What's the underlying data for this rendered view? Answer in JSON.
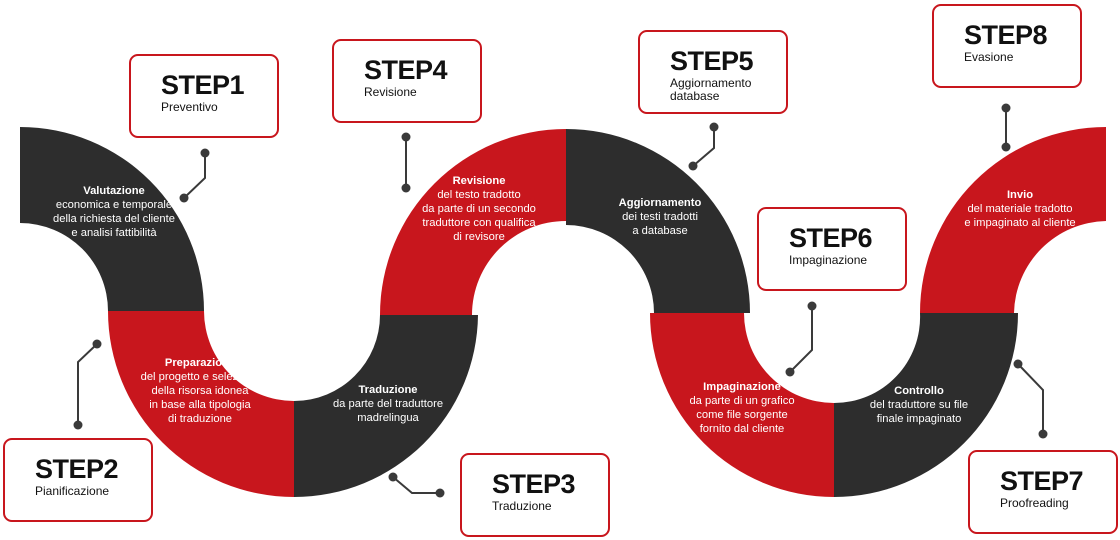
{
  "colors": {
    "red": "#c8161d",
    "dark": "#2d2d2d",
    "connector": "#3a3a3a"
  },
  "steps": [
    {
      "title": "STEP1",
      "subtitle": "Preventivo"
    },
    {
      "title": "STEP2",
      "subtitle": "Pianificazione"
    },
    {
      "title": "STEP3",
      "subtitle": "Traduzione"
    },
    {
      "title": "STEP4",
      "subtitle": "Revisione"
    },
    {
      "title": "STEP5",
      "subtitle": "Aggiornamento\ndatabase"
    },
    {
      "title": "STEP6",
      "subtitle": "Impaginazione"
    },
    {
      "title": "STEP7",
      "subtitle": "Proofreading"
    },
    {
      "title": "STEP8",
      "subtitle": "Evasione"
    }
  ],
  "segments": [
    {
      "heading": "Valutazione",
      "body": "economica e temporale\ndella richiesta del cliente\ne analisi fattibilità"
    },
    {
      "heading": "Preparazione",
      "body": "del progetto e selezione\ndella risorsa idonea\nin base alla tipologia\ndi traduzione"
    },
    {
      "heading": "Traduzione",
      "body": "da parte del traduttore\nmadrelingua"
    },
    {
      "heading": "Revisione",
      "body": "del testo tradotto\nda parte di un secondo\ntraduttore con qualifica\ndi revisore"
    },
    {
      "heading": "Aggiornamento",
      "body": "dei testi tradotti\na database"
    },
    {
      "heading": "Impaginazione",
      "body": "da parte di un grafico\ncome file sorgente\nfornito dal cliente"
    },
    {
      "heading": "Controllo",
      "body": "del traduttore su file\nfinale impaginato"
    },
    {
      "heading": "Invio",
      "body": "del materiale tradotto\ne impaginato al cliente"
    }
  ]
}
